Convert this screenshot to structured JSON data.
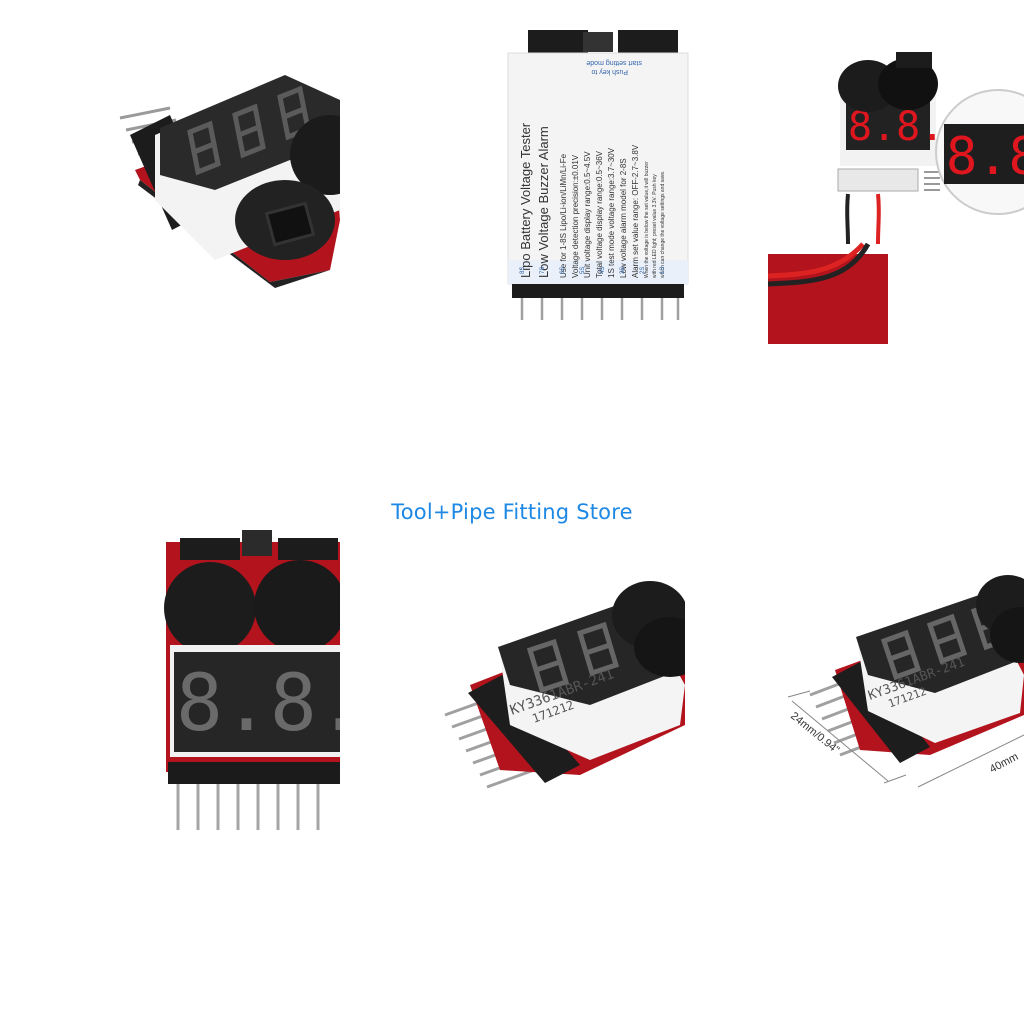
{
  "store_name": "Tool+Pipe Fitting Store",
  "label": {
    "title_line1": "Lipo Battery Voltage Tester",
    "title_line2": "Low Voltage Buzzer Alarm",
    "lines": [
      "Use for 1-8S Lipo/Li-ion/LiMn/Li-Fe",
      "Voltage detection precision:±0.01V",
      "Unit voltage display range:0.5~4.5V",
      "Total voltage display range:0.5~36V",
      "1S test mode voltage range:3.7~30V",
      "Low voltage alarm model for 2-8S",
      "Alarm set value range: OFF-2.7~3.8V",
      "When the voltage is below the set value,it will buzzer",
      "with red LED light; preset value 3.3V. Push key",
      "which can change the voltage settings and save."
    ],
    "push_key_line1": "Push key to",
    "push_key_line2": "start setting mode",
    "pin_labels": [
      "8S",
      "7S",
      "6S",
      "5S",
      "4S",
      "3S",
      "2S",
      "1S"
    ]
  },
  "model_text": {
    "line1": "KY3361ABR-241",
    "line2": "171212"
  },
  "dimensions": {
    "width": "24mm/0.94\"",
    "length": "40mm"
  },
  "colors": {
    "pcb_red": "#b3131c",
    "display_red": "#e0161f",
    "accent_blue": "#1e88e5"
  }
}
